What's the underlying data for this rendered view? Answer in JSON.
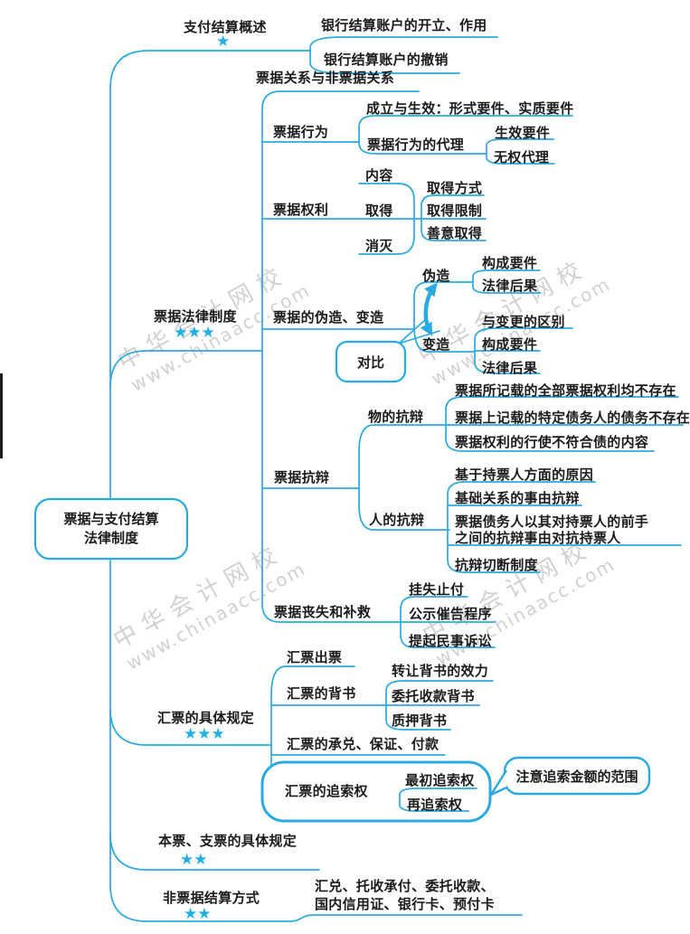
{
  "colors": {
    "line": "#29abe2",
    "star": "#1fb0ea",
    "text": "#1b1b1b",
    "watermark": "#c6c6c6",
    "bar": "#1d1d1d"
  },
  "root": {
    "line1": "票据与支付结算",
    "line2": "法律制度"
  },
  "watermark": {
    "line1": "中华会计网校",
    "line2": "www.chinaacc.com"
  },
  "b1": {
    "label": "支付结算概述",
    "stars": "★",
    "open": "银行结算账户的开立、作用",
    "cancel": "银行结算账户的撤销"
  },
  "b2": {
    "label": "票据法律制度",
    "stars": "★★★",
    "relation": "票据关系与非票据关系",
    "behavior": {
      "label": "票据行为",
      "establish": "成立与生效：形式要件、实质要件",
      "agency": {
        "label": "票据行为的代理",
        "effective": "生效要件",
        "unauthorized": "无权代理"
      }
    },
    "rights": {
      "label": "票据权利",
      "content": "内容",
      "acquire": {
        "label": "取得",
        "method": "取得方式",
        "limit": "取得限制",
        "goodfaith": "善意取得"
      },
      "extinguish": "消灭"
    },
    "forgery": {
      "label": "票据的伪造、变造",
      "compare": "对比",
      "forge": {
        "label": "伪造",
        "elements": "构成要件",
        "consequence": "法律后果"
      },
      "alter": {
        "label": "变造",
        "diff": "与变更的区别",
        "elements": "构成要件",
        "consequence": "法律后果"
      }
    },
    "defense": {
      "label": "票据抗辩",
      "real": {
        "label": "物的抗辩",
        "r1": "票据所记载的全部票据权利均不存在",
        "r2": "票据上记载的特定债务人的债务不存在",
        "r3": "票据权利的行使不符合债的内容"
      },
      "personal": {
        "label": "人的抗辩",
        "p1": "基于持票人方面的原因",
        "p2": "基础关系的事由抗辩",
        "p3a": "票据债务人以其对持票人的前手",
        "p3b": "之间的抗辩事由对抗持票人",
        "p4": "抗辩切断制度"
      }
    },
    "loss": {
      "label": "票据丧失和补救",
      "stop": "挂失止付",
      "notice": "公示催告程序",
      "sue": "提起民事诉讼"
    }
  },
  "b3": {
    "label": "汇票的具体规定",
    "stars": "★★★",
    "issue": "汇票出票",
    "endorse": {
      "label": "汇票的背书",
      "transfer": "转让背书的效力",
      "collect": "委托收款背书",
      "pledge": "质押背书"
    },
    "accept": "汇票的承兑、保证、付款",
    "recourse": {
      "label": "汇票的追索权",
      "initial": "最初追索权",
      "again": "再追索权",
      "callout": "注意追索金额的范围"
    }
  },
  "b4": {
    "label": "本票、支票的具体规定",
    "stars": "★★"
  },
  "b5": {
    "label": "非票据结算方式",
    "stars": "★★",
    "methods1": "汇兑、托收承付、委托收款、",
    "methods2": "国内信用证、银行卡、预付卡"
  }
}
